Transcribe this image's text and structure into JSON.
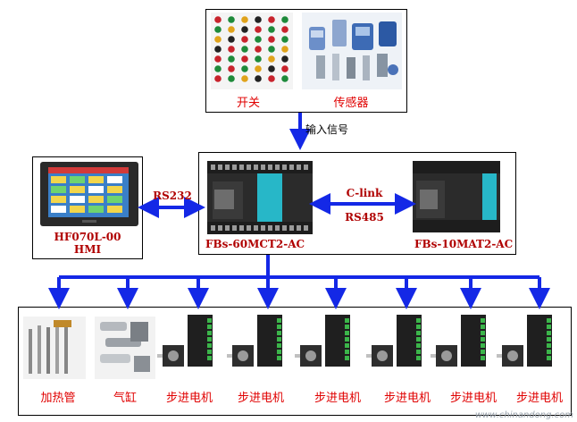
{
  "top": {
    "switch_label": "开关",
    "sensor_label": "传感器"
  },
  "arrow_input_label": "输入信号",
  "hmi": {
    "model": "HF070L-00",
    "name": "HMI"
  },
  "plc_main": {
    "model": "FBs-60MCT2-AC"
  },
  "plc_ext": {
    "model": "FBs-10MAT2-AC"
  },
  "links": {
    "rs232": "RS232",
    "clink": "C-link",
    "rs485": "RS485"
  },
  "outputs": [
    {
      "label": "加热管"
    },
    {
      "label": "气缸"
    },
    {
      "label": "步进电机"
    },
    {
      "label": "步进电机"
    },
    {
      "label": "步进电机"
    },
    {
      "label": "步进电机"
    },
    {
      "label": "步进电机"
    },
    {
      "label": "步进电机"
    }
  ],
  "watermark": "www.chinandong.com",
  "colors": {
    "arrow": "#1428e6",
    "label_red": "#e00000",
    "label_dark": "#b00000"
  }
}
